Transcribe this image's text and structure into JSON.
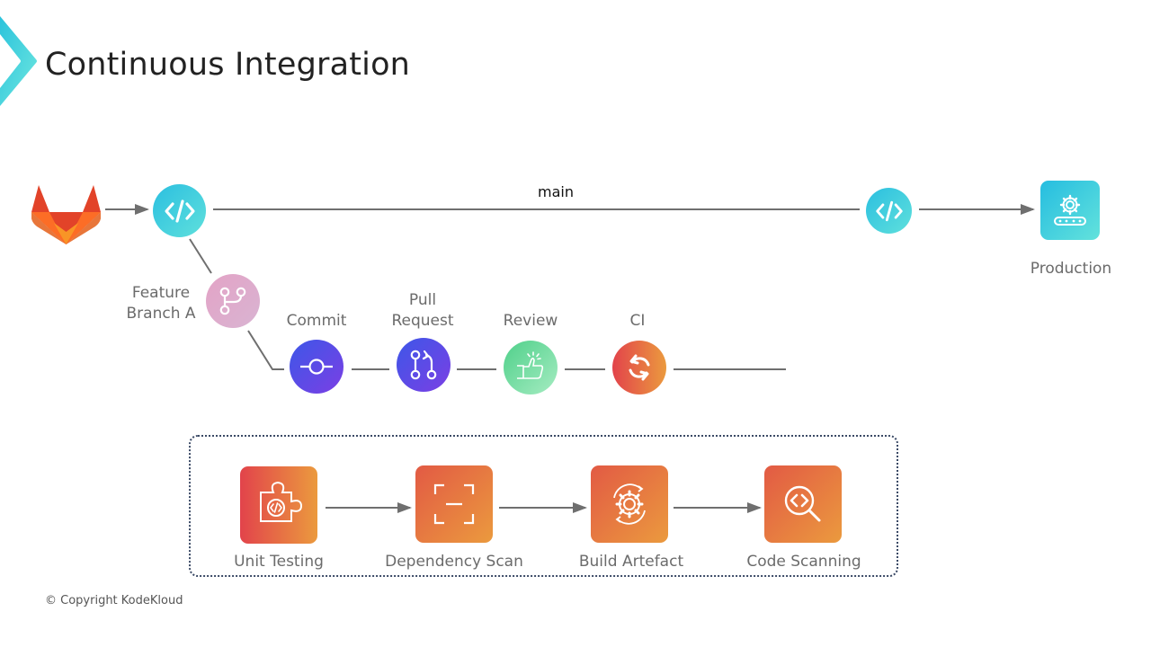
{
  "header": {
    "title": "Continuous Integration"
  },
  "main_branch": {
    "label": "main"
  },
  "nodes": {
    "gitlab": {
      "icon": "gitlab-logo-icon"
    },
    "main_start": {
      "icon": "code-icon"
    },
    "main_end": {
      "icon": "code-icon"
    },
    "production": {
      "label": "Production",
      "icon": "conveyor-gear-icon"
    },
    "feature_branch": {
      "label_line1": "Feature",
      "label_line2": "Branch A",
      "icon": "git-branch-icon"
    }
  },
  "feature_flow": [
    {
      "label_line1": "Commit",
      "label_line2": "",
      "icon": "git-commit-icon",
      "color_from": "#3d57e8",
      "color_to": "#7b3fe4"
    },
    {
      "label_line1": "Pull",
      "label_line2": "Request",
      "icon": "pull-request-icon",
      "color_from": "#3d57e8",
      "color_to": "#7b3fe4"
    },
    {
      "label_line1": "Review",
      "label_line2": "",
      "icon": "thumbs-up-icon",
      "color_from": "#4fd08a",
      "color_to": "#9be8b8"
    },
    {
      "label_line1": "CI",
      "label_line2": "",
      "icon": "sync-icon",
      "color_from": "#e2434b",
      "color_to": "#eb9a3e"
    }
  ],
  "ci_stages": [
    {
      "label": "Unit Testing",
      "icon": "puzzle-code-icon"
    },
    {
      "label": "Dependency Scan",
      "icon": "scan-frame-icon"
    },
    {
      "label": "Build Artefact",
      "icon": "gear-cycle-icon"
    },
    {
      "label": "Code Scanning",
      "icon": "code-search-icon"
    }
  ],
  "colors": {
    "accent_cyan": "#2ec4de",
    "orange_from": "#e2434b",
    "orange_to": "#eb9a3e",
    "connector": "#6f6f6f"
  },
  "footer": {
    "copyright": "© Copyright KodeKloud"
  }
}
